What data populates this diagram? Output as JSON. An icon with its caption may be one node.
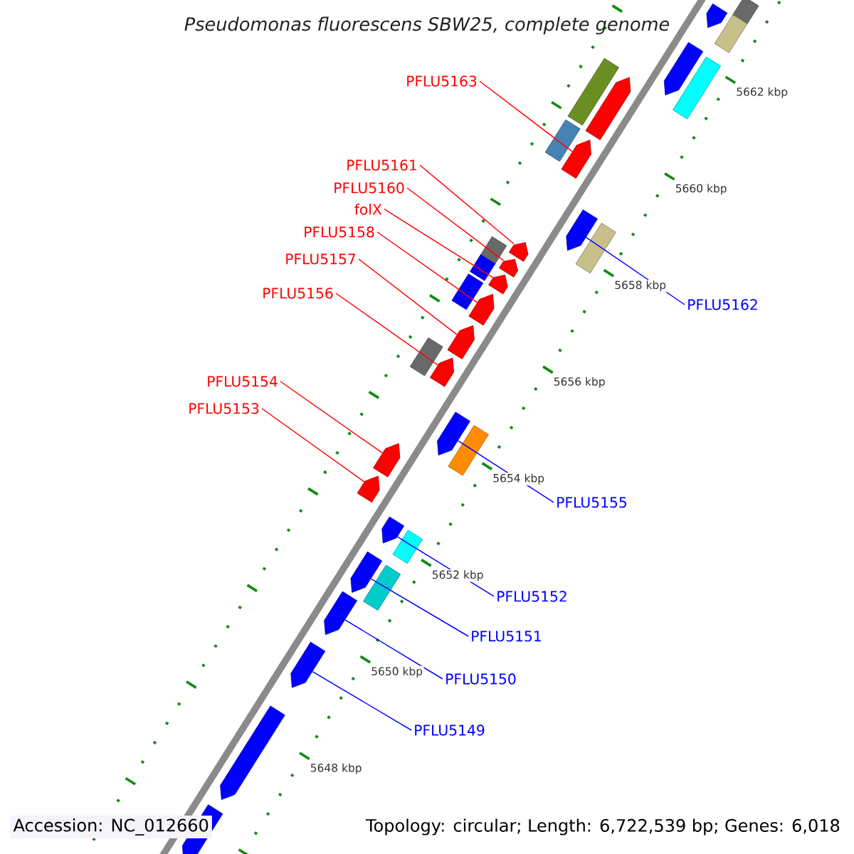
{
  "diagram": {
    "title": "Pseudomonas fluorescens SBW25, complete genome",
    "nodes": [
      {
        "text": [
          "PFLU5163"
        ]
      },
      {
        "text": [
          "PFLU5161"
        ]
      },
      {
        "text": [
          "PFLU5160"
        ]
      },
      {
        "text": [
          "folX"
        ]
      },
      {
        "text": [
          "PFLU5158"
        ]
      },
      {
        "text": [
          "PFLU5157"
        ]
      },
      {
        "text": [
          "PFLU5156"
        ]
      },
      {
        "text": [
          "PFLU5162"
        ]
      },
      {
        "text": [
          "PFLU5154"
        ]
      },
      {
        "text": [
          "PFLU5153"
        ]
      },
      {
        "text": [
          "PFLU5155"
        ]
      },
      {
        "text": [
          "PFLU5152"
        ]
      },
      {
        "text": [
          "PFLU5151"
        ]
      },
      {
        "text": [
          "PFLU5150"
        ]
      },
      {
        "text": [
          "PFLU5149"
        ]
      },
      {
        "text": [],
        "shape": "arrow"
      },
      {
        "text": [],
        "shape": "arrow"
      },
      {
        "text": [],
        "shape": "arrow"
      },
      {
        "text": [],
        "shape": "arrow"
      },
      {
        "text": [],
        "shape": "arrow"
      },
      {
        "text": [],
        "shape": "arrow"
      },
      {
        "text": [],
        "shape": "arrow"
      },
      {
        "text": [],
        "shape": "arrow"
      },
      {
        "text": [],
        "shape": "arrow"
      },
      {
        "text": [],
        "shape": "arrow"
      },
      {
        "text": [],
        "shape": "arrow"
      },
      {
        "text": [],
        "shape": "arrow"
      },
      {
        "text": [],
        "shape": "arrow"
      },
      {
        "text": [],
        "shape": "arrow"
      },
      {
        "text": [],
        "shape": "arrow"
      },
      {
        "text": [],
        "shape": "box"
      },
      {
        "text": [],
        "shape": "arrow"
      },
      {
        "text": [],
        "shape": "box"
      },
      {
        "text": [],
        "shape": "arrow"
      },
      {
        "text": [],
        "shape": "box"
      },
      {
        "text": [],
        "shape": "box"
      },
      {
        "text": [],
        "shape": "arrow"
      },
      {
        "text": [],
        "shape": "box"
      },
      {
        "text": [],
        "shape": "box"
      },
      {
        "text": [],
        "shape": "box"
      },
      {
        "text": [],
        "shape": "box"
      },
      {
        "text": [],
        "shape": "box"
      },
      {
        "text": [],
        "shape": "box"
      },
      {
        "text": [],
        "shape": "box"
      },
      {
        "text": [],
        "shape": "box"
      },
      {
        "text": [],
        "shape": "box"
      },
      {
        "text": [],
        "shape": "arrow"
      },
      {
        "text": [],
        "shape": "arrow"
      }
    ],
    "edges": [
      {
        "from": 0,
        "to": 15,
        "arrow": "none"
      },
      {
        "from": 1,
        "to": 16,
        "arrow": "none"
      },
      {
        "from": 2,
        "to": 17,
        "arrow": "none"
      },
      {
        "from": 3,
        "to": 18,
        "arrow": "none"
      },
      {
        "from": 4,
        "to": 19,
        "arrow": "none"
      },
      {
        "from": 5,
        "to": 20,
        "arrow": "none"
      },
      {
        "from": 6,
        "to": 21,
        "arrow": "none"
      },
      {
        "from": 7,
        "to": 22,
        "arrow": "none",
        "color": "#0000ff"
      },
      {
        "from": 8,
        "to": 23,
        "arrow": "none"
      },
      {
        "from": 9,
        "to": 24,
        "arrow": "none"
      },
      {
        "from": 10,
        "to": 25,
        "arrow": "none",
        "color": "#0000ff"
      },
      {
        "from": 11,
        "to": 26,
        "arrow": "none",
        "color": "#0000ff"
      },
      {
        "from": 12,
        "to": 27,
        "arrow": "none",
        "color": "#0000ff"
      },
      {
        "from": 13,
        "to": 28,
        "arrow": "none",
        "color": "#0000ff"
      },
      {
        "from": 14,
        "to": 29,
        "arrow": "none",
        "color": "#0000ff"
      }
    ],
    "labels": [
      "5662 kbp",
      "5660 kbp",
      "5658 kbp",
      "5656 kbp",
      "5654 kbp",
      "5652 kbp",
      "5650 kbp",
      "5648 kbp",
      "Accession: NC_012660",
      "Topology: circular; Length: 6,722,539 bp; Genes: 6,018"
    ]
  }
}
